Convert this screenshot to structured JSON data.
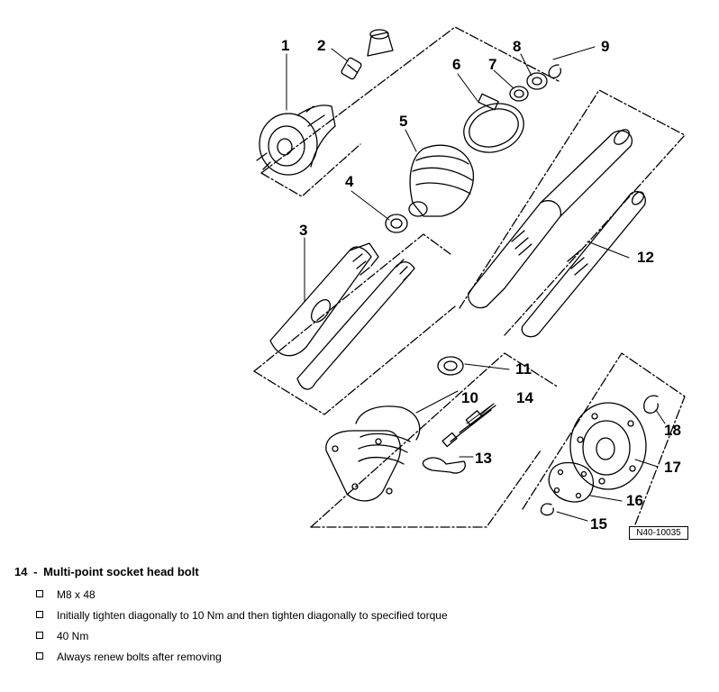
{
  "diagram": {
    "callouts": [
      "1",
      "2",
      "3",
      "4",
      "5",
      "6",
      "7",
      "8",
      "9",
      "10",
      "11",
      "12",
      "13",
      "14",
      "15",
      "16",
      "17",
      "18"
    ],
    "reference_code": "N40-10035"
  },
  "legend": {
    "item_number": "14",
    "separator": "-",
    "title": "Multi-point socket head bolt",
    "notes": [
      "M8 x 48",
      "Initially tighten diagonally to 10 Nm and then tighten diagonally to specified torque",
      "40 Nm",
      "Always renew bolts after removing"
    ]
  }
}
